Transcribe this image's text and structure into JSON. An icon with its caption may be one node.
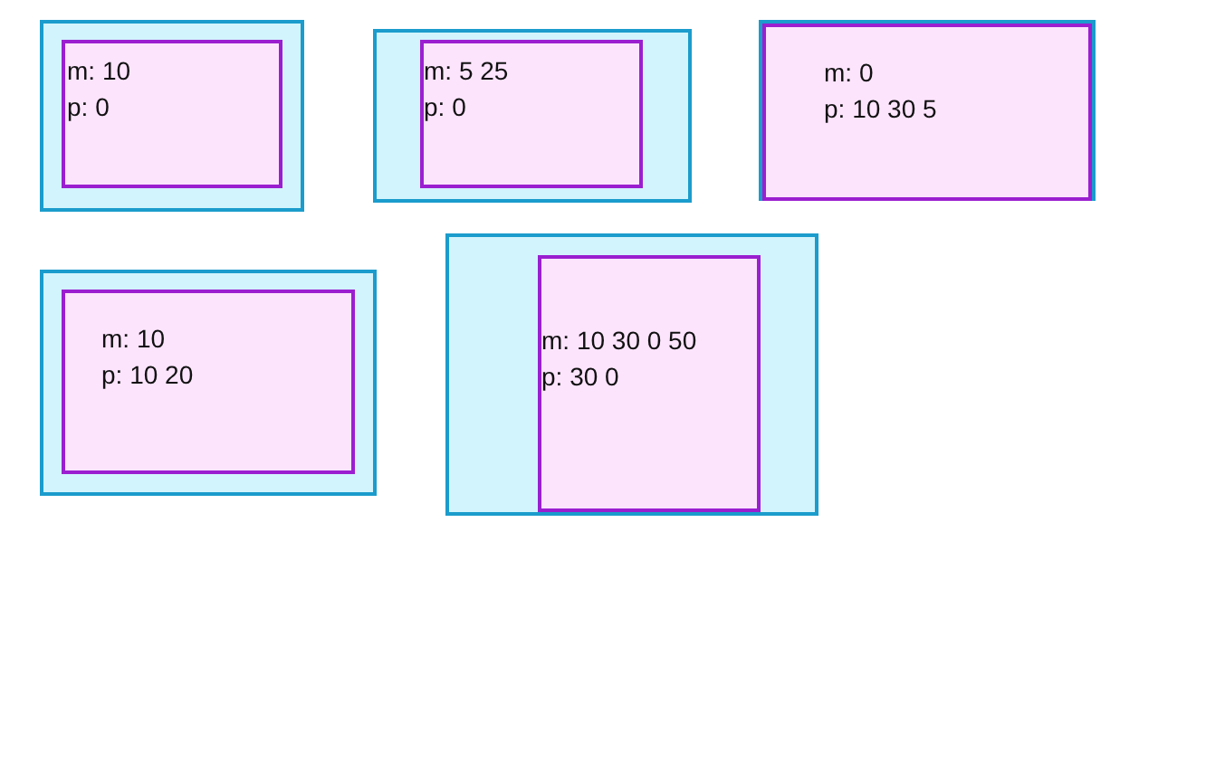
{
  "diagram": {
    "nodes": [
      {
        "text": [],
        "shape": "box"
      },
      {
        "text": [
          "m: 10",
          "p: 0"
        ],
        "in": 0
      },
      {
        "text": [],
        "shape": "box"
      },
      {
        "text": [
          "m: 5 25",
          "p: 0"
        ],
        "in": 2
      },
      {
        "text": [],
        "shape": "box"
      },
      {
        "text": [
          "m: 0",
          "p: 10 30 5"
        ],
        "in": 4
      },
      {
        "text": [],
        "shape": "box"
      },
      {
        "text": [
          "m: 10",
          "p: 10 20"
        ],
        "in": 6
      },
      {
        "text": [],
        "shape": "box"
      },
      {
        "text": [
          "m: 10 30 0 50",
          "p: 30 0"
        ],
        "in": 8
      }
    ]
  }
}
